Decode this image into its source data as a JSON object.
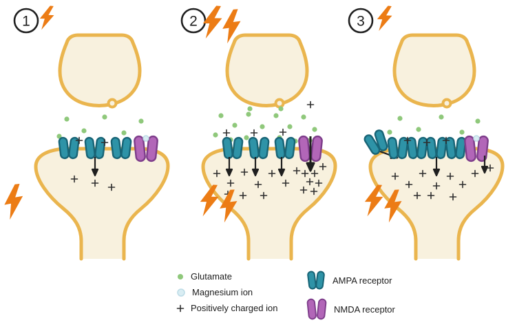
{
  "panels": [
    {
      "number": "1"
    },
    {
      "number": "2"
    },
    {
      "number": "3"
    }
  ],
  "legend": {
    "glutamate": "Glutamate",
    "magnesium": "Magnesium ion",
    "positive_ion": "Positively charged ion",
    "ampa": "AMPA receptor",
    "nmda": "NMDA receptor"
  },
  "colors": {
    "cell": "#f8f1de",
    "membrane": "#eab54e",
    "glutamate": "#8fc87b",
    "magnesium": "#d9edf3",
    "magnesium_edge": "#bcdbe6",
    "ampa": "#2e93a7",
    "ampa_dark": "#186476",
    "nmda": "#b266b8",
    "nmda_dark": "#7d3d8a",
    "bolt": "#ec7c15",
    "ink": "#1f1f1f",
    "ion": "#2e2e2e"
  }
}
